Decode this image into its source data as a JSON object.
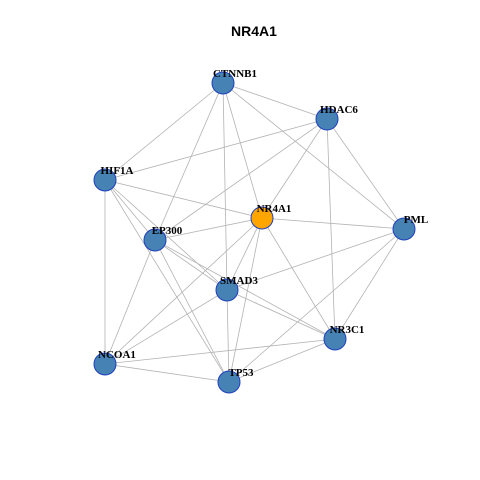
{
  "title": "NR4A1",
  "colors": {
    "default_node": "#4682b4",
    "highlight_node": "#ffa500",
    "node_border": "#1f3fbf",
    "edge": "#b3b3b3"
  },
  "nodes": [
    {
      "id": "CTNNB1",
      "label": "CTNNB1",
      "highlight": false
    },
    {
      "id": "HDAC6",
      "label": "HDAC6",
      "highlight": false
    },
    {
      "id": "HIF1A",
      "label": "HIF1A",
      "highlight": false
    },
    {
      "id": "NR4A1",
      "label": "NR4A1",
      "highlight": true
    },
    {
      "id": "EP300",
      "label": "EP300",
      "highlight": false
    },
    {
      "id": "PML",
      "label": "PML",
      "highlight": false
    },
    {
      "id": "SMAD3",
      "label": "SMAD3",
      "highlight": false
    },
    {
      "id": "NR3C1",
      "label": "NR3C1",
      "highlight": false
    },
    {
      "id": "NCOA1",
      "label": "NCOA1",
      "highlight": false
    },
    {
      "id": "TP53",
      "label": "TP53",
      "highlight": false
    }
  ],
  "edges": [
    [
      "CTNNB1",
      "HDAC6"
    ],
    [
      "CTNNB1",
      "HIF1A"
    ],
    [
      "CTNNB1",
      "EP300"
    ],
    [
      "CTNNB1",
      "NR4A1"
    ],
    [
      "CTNNB1",
      "SMAD3"
    ],
    [
      "CTNNB1",
      "PML"
    ],
    [
      "HDAC6",
      "HIF1A"
    ],
    [
      "HDAC6",
      "EP300"
    ],
    [
      "HDAC6",
      "NR4A1"
    ],
    [
      "HDAC6",
      "PML"
    ],
    [
      "HDAC6",
      "NR3C1"
    ],
    [
      "HIF1A",
      "NR4A1"
    ],
    [
      "HIF1A",
      "EP300"
    ],
    [
      "HIF1A",
      "SMAD3"
    ],
    [
      "HIF1A",
      "NCOA1"
    ],
    [
      "HIF1A",
      "TP53"
    ],
    [
      "NR4A1",
      "EP300"
    ],
    [
      "NR4A1",
      "PML"
    ],
    [
      "NR4A1",
      "SMAD3"
    ],
    [
      "NR4A1",
      "NR3C1"
    ],
    [
      "NR4A1",
      "TP53"
    ],
    [
      "NR4A1",
      "NCOA1"
    ],
    [
      "EP300",
      "SMAD3"
    ],
    [
      "EP300",
      "NR3C1"
    ],
    [
      "EP300",
      "TP53"
    ],
    [
      "EP300",
      "NCOA1"
    ],
    [
      "PML",
      "SMAD3"
    ],
    [
      "PML",
      "NR3C1"
    ],
    [
      "PML",
      "TP53"
    ],
    [
      "SMAD3",
      "NR3C1"
    ],
    [
      "SMAD3",
      "TP53"
    ],
    [
      "SMAD3",
      "NCOA1"
    ],
    [
      "NR3C1",
      "TP53"
    ],
    [
      "NR3C1",
      "NCOA1"
    ],
    [
      "NCOA1",
      "TP53"
    ]
  ]
}
